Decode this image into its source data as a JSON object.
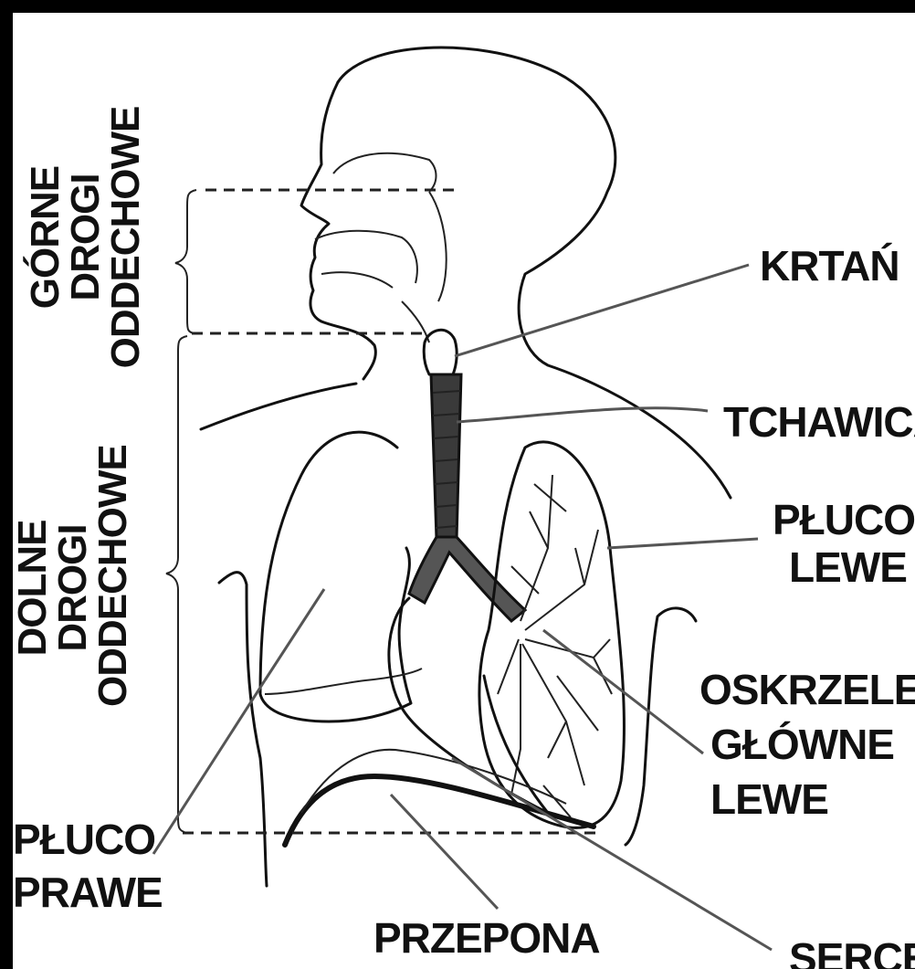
{
  "labels": {
    "krtan": "KRTAŃ",
    "tchawica": "TCHAWICA",
    "pluco_lewe": [
      "PŁUCO",
      "LEWE"
    ],
    "oskrzele": [
      "OSKRZELE",
      "GŁÓWNE",
      "LEWE"
    ],
    "pluco_prawe": [
      "PŁUCO",
      "PRAWE"
    ],
    "przepona": "PRZEPONA",
    "serce": "SERCE",
    "gorne_drogi": [
      "GÓRNE",
      "DROGI",
      "ODDECHOWE"
    ],
    "dolne_drogi": [
      "DOLNE",
      "DROGI",
      "ODDECHOWE"
    ]
  }
}
